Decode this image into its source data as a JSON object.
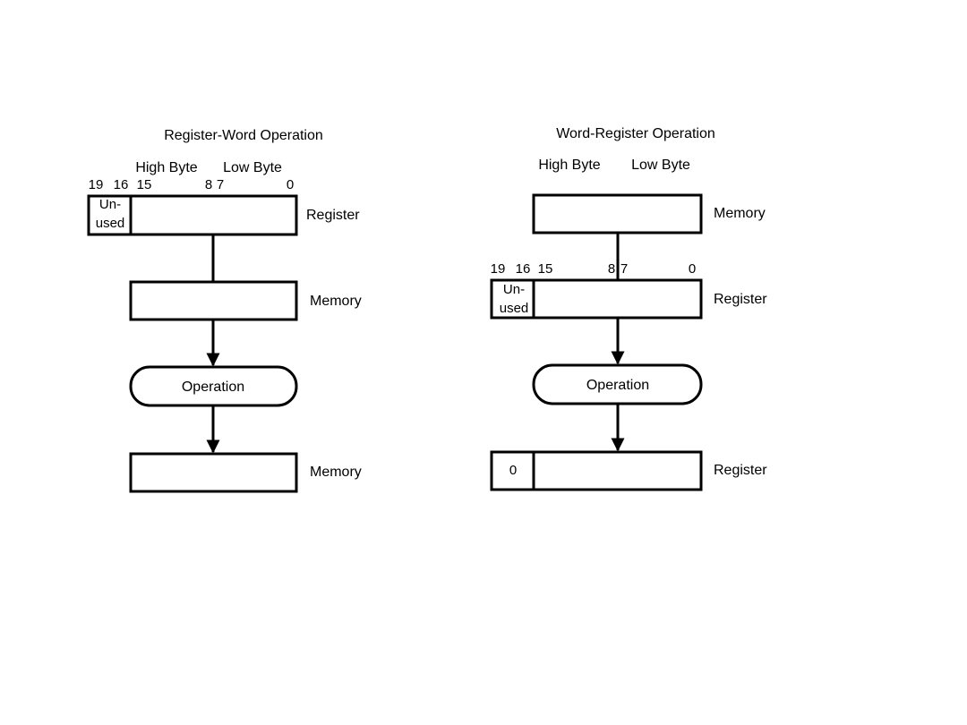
{
  "left": {
    "title": "Register-Word Operation",
    "high_byte": "High Byte",
    "low_byte": "Low Byte",
    "bits": [
      "19",
      "16",
      "15",
      "8",
      "7",
      "0"
    ],
    "unused": [
      "Un-",
      "used"
    ],
    "box_labels": [
      "Register",
      "Memory",
      "Memory"
    ],
    "operation": "Operation"
  },
  "right": {
    "title": "Word-Register Operation",
    "high_byte": "High Byte",
    "low_byte": "Low Byte",
    "bits": [
      "19",
      "16",
      "15",
      "8",
      "7",
      "0"
    ],
    "unused": [
      "Un-",
      "used"
    ],
    "box_labels": [
      "Memory",
      "Register",
      "Register"
    ],
    "operation": "Operation",
    "zero": "0"
  }
}
